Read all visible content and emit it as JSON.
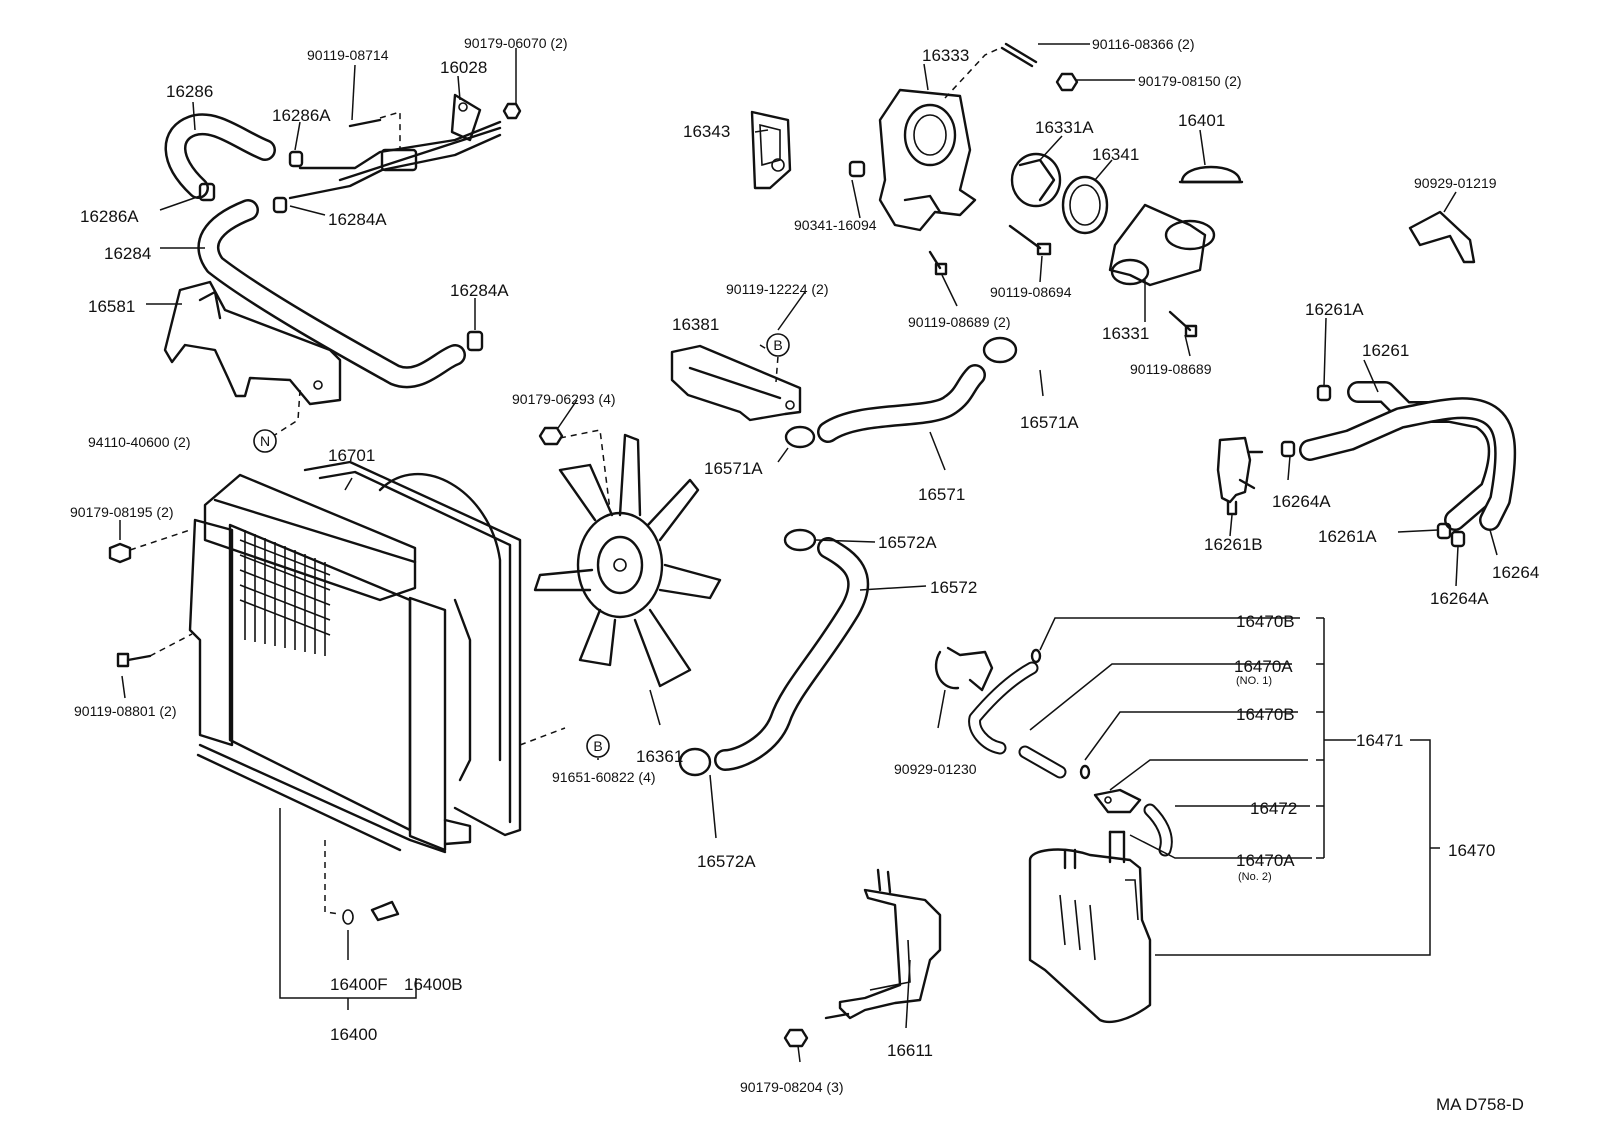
{
  "diagram": {
    "code": "MA D758-D",
    "labels": {
      "p16286": "16286",
      "p90119_08714": "90119-08714",
      "p90179_06070": "90179-06070 (2)",
      "p16028": "16028",
      "p16286A_top": "16286A",
      "p16286A_left": "16286A",
      "p16284A_top": "16284A",
      "p16284": "16284",
      "p16581": "16581",
      "p16284A_right": "16284A",
      "p94110_40600": "94110-40600 (2)",
      "mark_N": "N",
      "p16701": "16701",
      "p90179_08195": "90179-08195 (2)",
      "p90119_08801": "90119-08801 (2)",
      "p16400F": "16400F",
      "p16400B": "16400B",
      "p16400": "16400",
      "p16343": "16343",
      "p16333": "16333",
      "p90116_08366": "90116-08366 (2)",
      "p90179_08150": "90179-08150 (2)",
      "p16331A": "16331A",
      "p16401": "16401",
      "p16341": "16341",
      "p90341_16094": "90341-16094",
      "p90119_08694": "90119-08694",
      "p90119_08689_2": "90119-08689 (2)",
      "p16331": "16331",
      "p90119_08689": "90119-08689",
      "p90929_01219": "90929-01219",
      "p90119_12224": "90119-12224 (2)",
      "mark_B_top": "B",
      "p16381": "16381",
      "p90179_06293": "90179-06293 (4)",
      "p16571A_left": "16571A",
      "p16571A_right": "16571A",
      "p16571": "16571",
      "p16361": "16361",
      "mark_B_bottom": "B",
      "p91651_60822": "91651-60822 (4)",
      "p16572A_top": "16572A",
      "p16572": "16572",
      "p16572A_bottom": "16572A",
      "p90929_01230": "90929-01230",
      "p16611": "16611",
      "p90179_08204": "90179-08204 (3)",
      "p16261A_top": "16261A",
      "p16261": "16261",
      "p16261B": "16261B",
      "p16264A_top": "16264A",
      "p16261A_bottom": "16261A",
      "p16264": "16264",
      "p16264A_bottom": "16264A",
      "p16470B_1": "16470B",
      "p16470A_1": "16470A",
      "note_no1": "(NO. 1)",
      "p16470B_2": "16470B",
      "p16471": "16471",
      "p16472": "16472",
      "p16470A_2": "16470A",
      "note_no2": "(No. 2)",
      "p16470": "16470"
    }
  }
}
